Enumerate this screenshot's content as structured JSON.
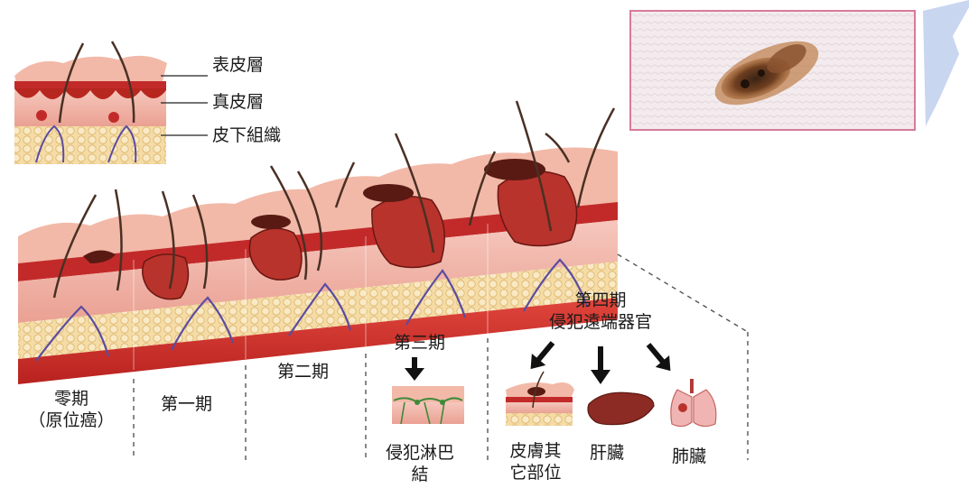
{
  "layers": {
    "epidermis": "表皮層",
    "dermis": "真皮層",
    "subcutaneous": "皮下組織"
  },
  "stages": {
    "stage0_line1": "零期",
    "stage0_line2": "（原位癌）",
    "stage1": "第一期",
    "stage2": "第二期",
    "stage3": "第三期",
    "stage4_line1": "第四期",
    "stage4_line2": "侵犯遠端器官"
  },
  "organs": {
    "lymph_line1": "侵犯淋巴",
    "lymph_line2": "結",
    "skin_line1": "皮膚其",
    "skin_line2": "它部位",
    "liver": "肝臟",
    "lung": "肺臟"
  },
  "colors": {
    "epidermis": "#f2b9a8",
    "dermis": "#c22a2a",
    "fat": "#f3d9a0",
    "tumor": "#b8332c",
    "photo_border": "#d77a9a",
    "accent_blue": "#c9d6f0"
  }
}
